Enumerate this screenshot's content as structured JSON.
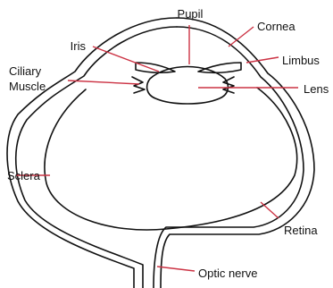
{
  "colors": {
    "outline": "#111111",
    "pointer": "#cc3344",
    "background": "#ffffff"
  },
  "labels": {
    "pupil": "Pupil",
    "cornea": "Cornea",
    "iris": "Iris",
    "limbus": "Limbus",
    "ciliary_muscle_line1": "Ciliary",
    "ciliary_muscle_line2": "Muscle",
    "lens": "Lens",
    "sclera": "Sclera",
    "retina": "Retina",
    "optic_nerve": "Optic nerve"
  }
}
